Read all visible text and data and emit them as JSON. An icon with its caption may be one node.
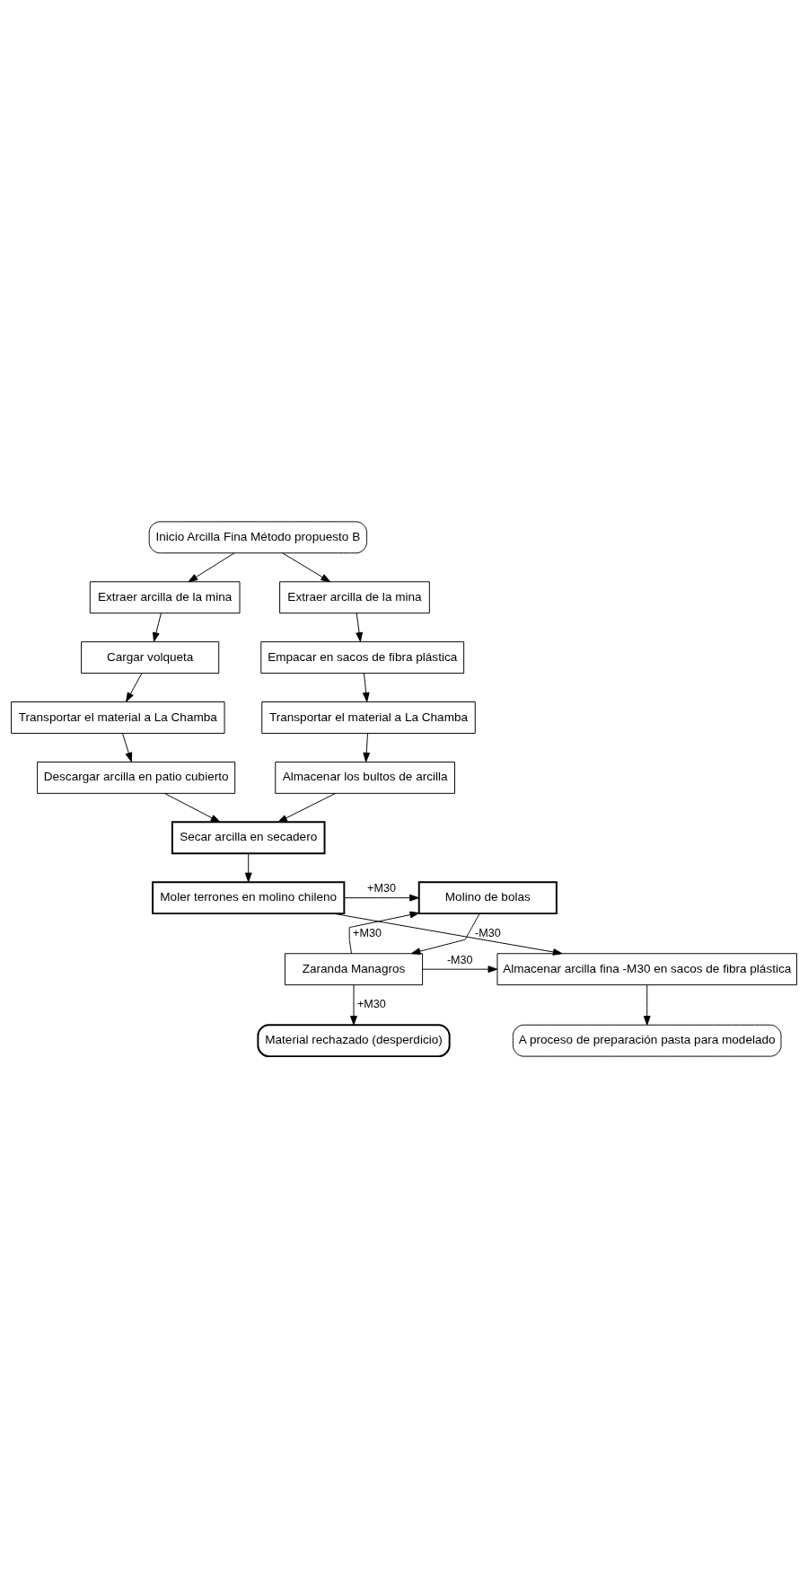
{
  "diagram": {
    "nodes": [
      {
        "text": [
          "Inicio Arcilla Fina Método propuesto B"
        ]
      },
      {
        "text": [
          "Extraer arcilla de la mina"
        ]
      },
      {
        "text": [
          "Extraer arcilla de la mina"
        ]
      },
      {
        "text": [
          "Cargar volqueta"
        ]
      },
      {
        "text": [
          "Empacar en sacos de fibra plástica"
        ]
      },
      {
        "text": [
          "Transportar el material a La Chamba"
        ]
      },
      {
        "text": [
          "Transportar el material a La Chamba"
        ]
      },
      {
        "text": [
          "Descargar arcilla en patio cubierto"
        ]
      },
      {
        "text": [
          "Almacenar los bultos de arcilla"
        ]
      },
      {
        "text": [
          "Secar arcilla en secadero"
        ]
      },
      {
        "text": [
          "Molino de bolas"
        ]
      },
      {
        "text": [
          "Moler terrones en molino chileno"
        ]
      },
      {
        "text": [
          "Zaranda Managros"
        ]
      },
      {
        "text": [
          "Almacenar arcilla fina -M30 en sacos de fibra plástica"
        ]
      },
      {
        "text": [
          "Material rechazado (desperdicio)"
        ]
      },
      {
        "text": [
          "A proceso de preparación pasta para modelado"
        ]
      }
    ],
    "edges": [
      {
        "from": 0,
        "to": 1,
        "arrow": "to"
      },
      {
        "from": 0,
        "to": 2,
        "arrow": "to"
      },
      {
        "from": 1,
        "to": 3,
        "arrow": "to"
      },
      {
        "from": 2,
        "to": 4,
        "arrow": "to"
      },
      {
        "from": 3,
        "to": 5,
        "arrow": "to"
      },
      {
        "from": 4,
        "to": 6,
        "arrow": "to"
      },
      {
        "from": 5,
        "to": 7,
        "arrow": "to"
      },
      {
        "from": 6,
        "to": 8,
        "arrow": "to"
      },
      {
        "from": 7,
        "to": 9,
        "arrow": "to"
      },
      {
        "from": 8,
        "to": 9,
        "arrow": "to"
      },
      {
        "from": 9,
        "to": 11,
        "arrow": "to"
      },
      {
        "from": 11,
        "to": 10,
        "arrow": "to",
        "label": "+M30"
      },
      {
        "from": 10,
        "to": 12,
        "arrow": "to"
      },
      {
        "from": 12,
        "to": 10,
        "arrow": "to",
        "label": "+M30"
      },
      {
        "from": 12,
        "to": 14,
        "arrow": "to",
        "label": "+M30"
      },
      {
        "from": 12,
        "to": 13,
        "arrow": "to",
        "label": "-M30"
      },
      {
        "from": 11,
        "to": 13,
        "arrow": "to",
        "label": "-M30"
      },
      {
        "from": 13,
        "to": 15,
        "arrow": "to"
      }
    ]
  }
}
